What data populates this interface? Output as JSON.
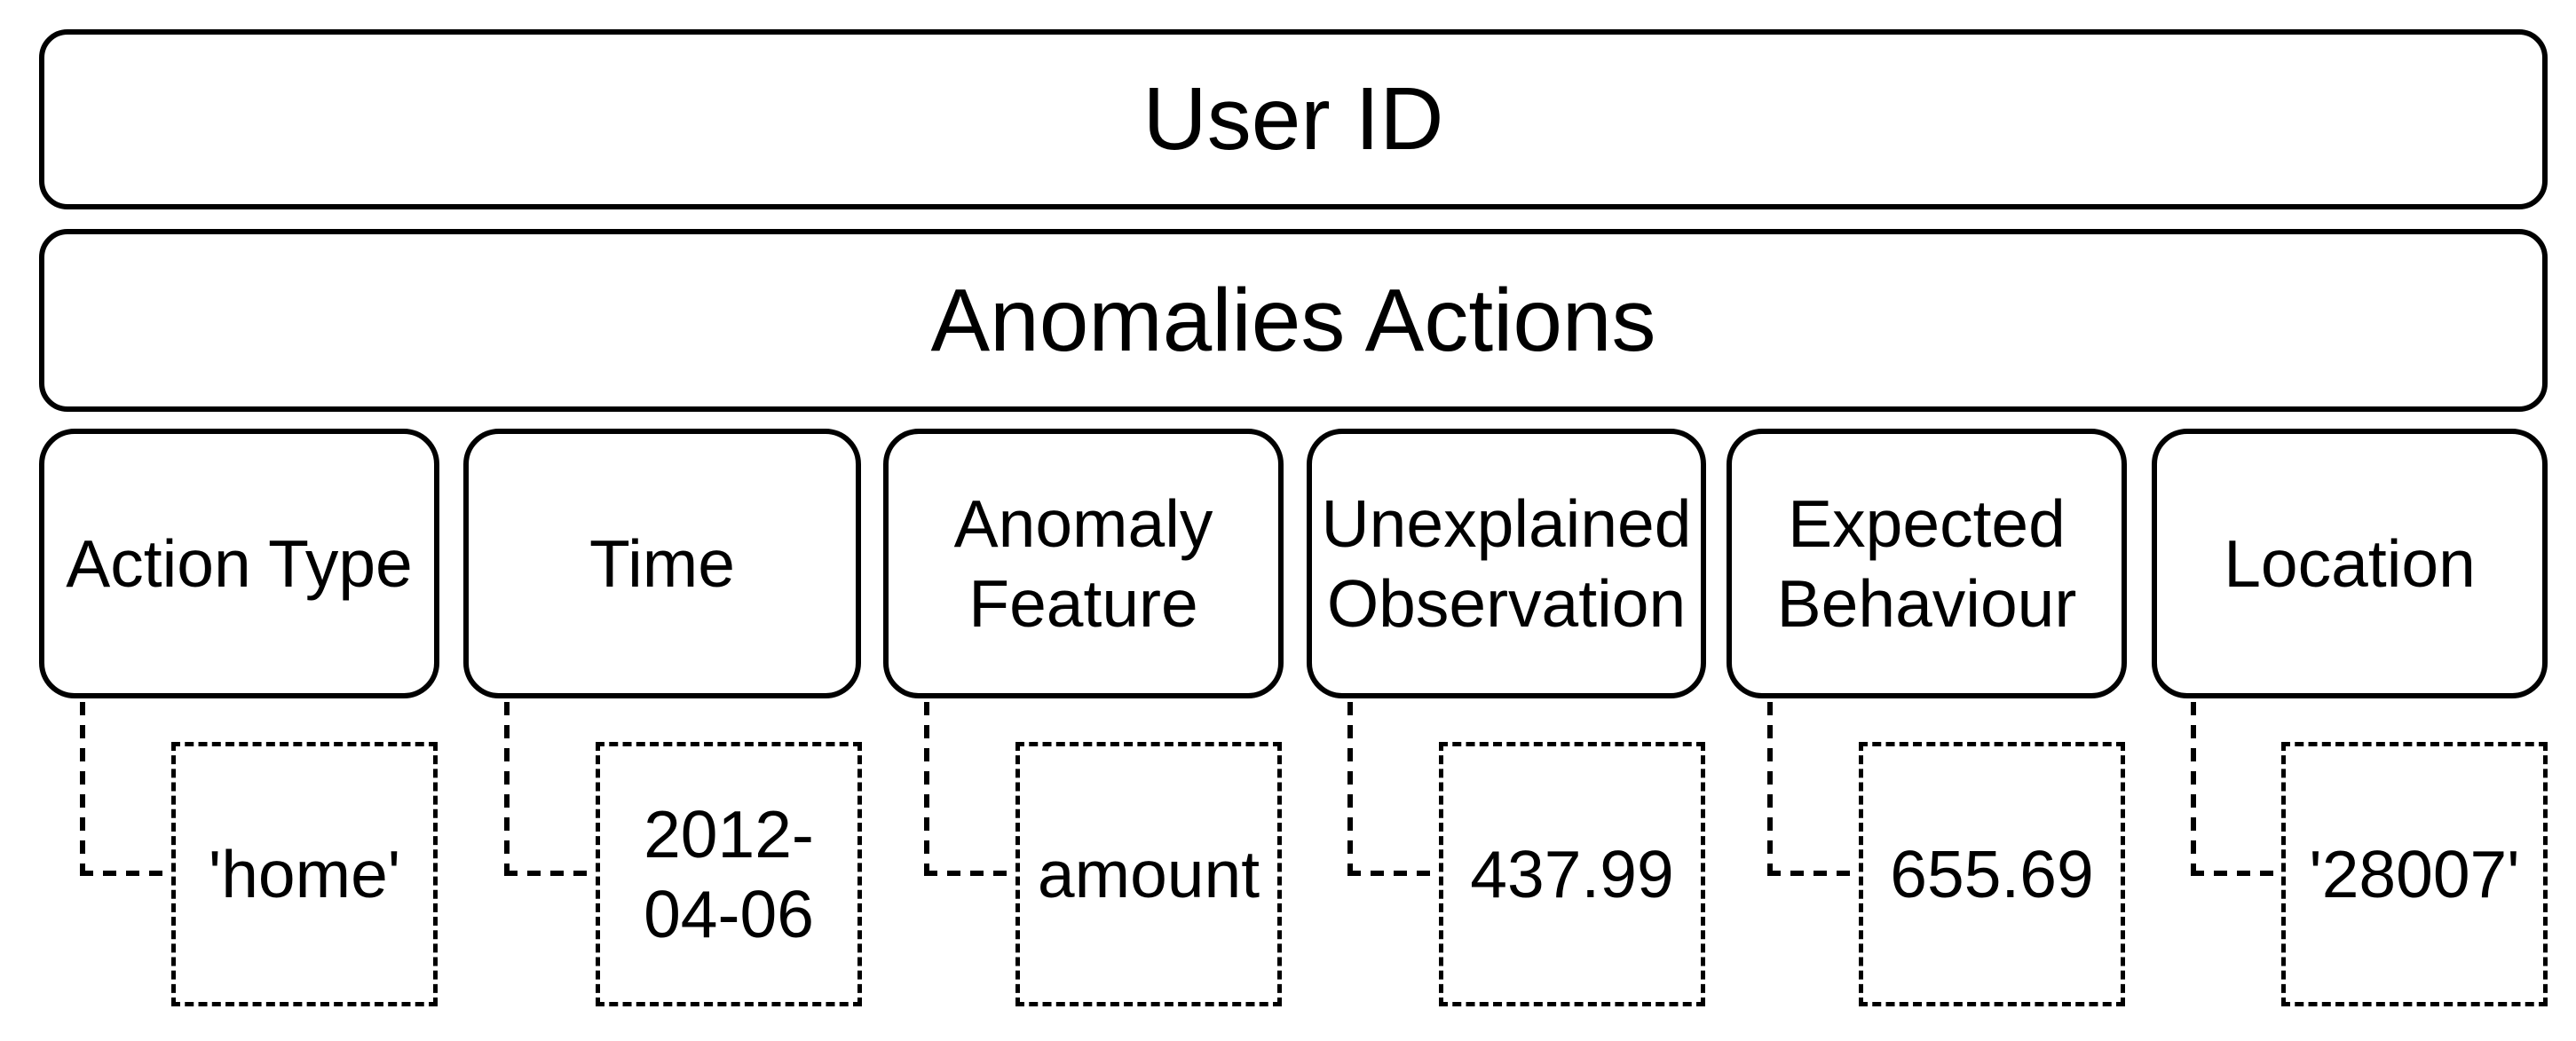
{
  "diagram": {
    "title_box": "User ID",
    "subtitle_box": "Anomalies Actions",
    "columns": [
      {
        "label": "Action Type",
        "value": "'home'"
      },
      {
        "label": "Time",
        "value": "2012-04-06"
      },
      {
        "label": "Anomaly Feature",
        "value": "amount"
      },
      {
        "label": "Unexplained Observation",
        "value": "437.99"
      },
      {
        "label": "Expected Behaviour",
        "value": "655.69"
      },
      {
        "label": "Location",
        "value": "'28007'"
      }
    ],
    "colors": {
      "line": "#000000",
      "text": "#000000",
      "background": "#ffffff"
    }
  }
}
